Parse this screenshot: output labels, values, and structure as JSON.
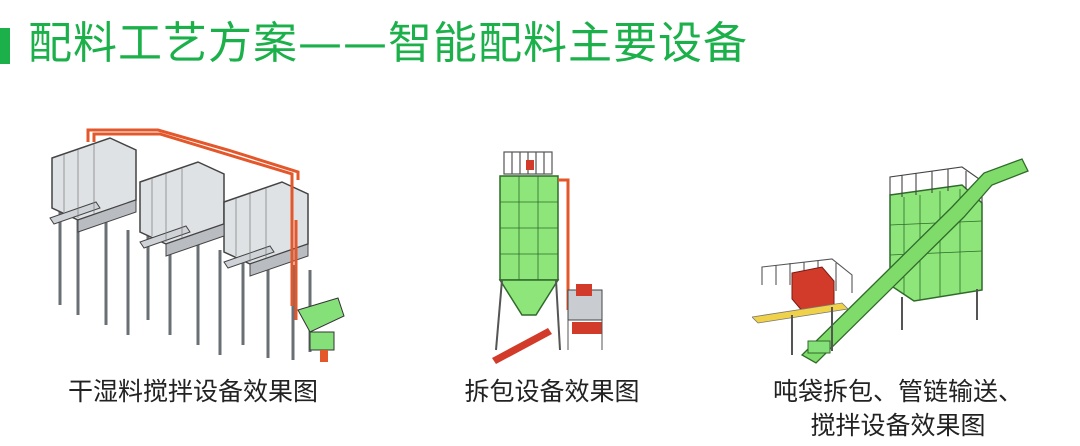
{
  "header": {
    "title": "配料工艺方案——智能配料主要设备",
    "accent_color": "#1bb04a"
  },
  "figures": [
    {
      "caption": "干湿料搅拌设备效果图",
      "icon": "dry-wet-mixing-plant-render"
    },
    {
      "caption": "拆包设备效果图",
      "icon": "bag-unpacking-silo-render"
    },
    {
      "caption_line1": "吨袋拆包、管链输送、",
      "caption_line2": "搅拌设备效果图",
      "icon": "ton-bag-chain-conveyor-mixing-render"
    }
  ],
  "colors": {
    "steel": "#c9ccd0",
    "frame": "#555a5f",
    "pipe": "#e3572b",
    "silo": "#8ee67a",
    "red": "#d23a2a"
  }
}
